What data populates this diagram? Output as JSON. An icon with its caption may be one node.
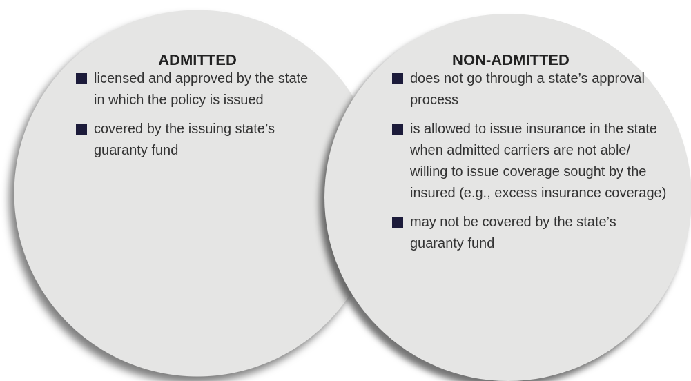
{
  "diagram": {
    "nodes": [
      {
        "text": [
          "ADMITTED",
          "licensed and approved by the state in which the policy is issued",
          "covered by the issuing state’s guaranty fund"
        ]
      },
      {
        "text": [
          "NON-ADMITTED",
          "does not go through a state’s approval process",
          "is allowed to issue insurance in the state when admitted carriers are not able/ willing to issue coverage sought by the insured (e.g., excess insurance coverage)",
          "may not be covered by the state’s guaranty fund"
        ]
      }
    ]
  }
}
